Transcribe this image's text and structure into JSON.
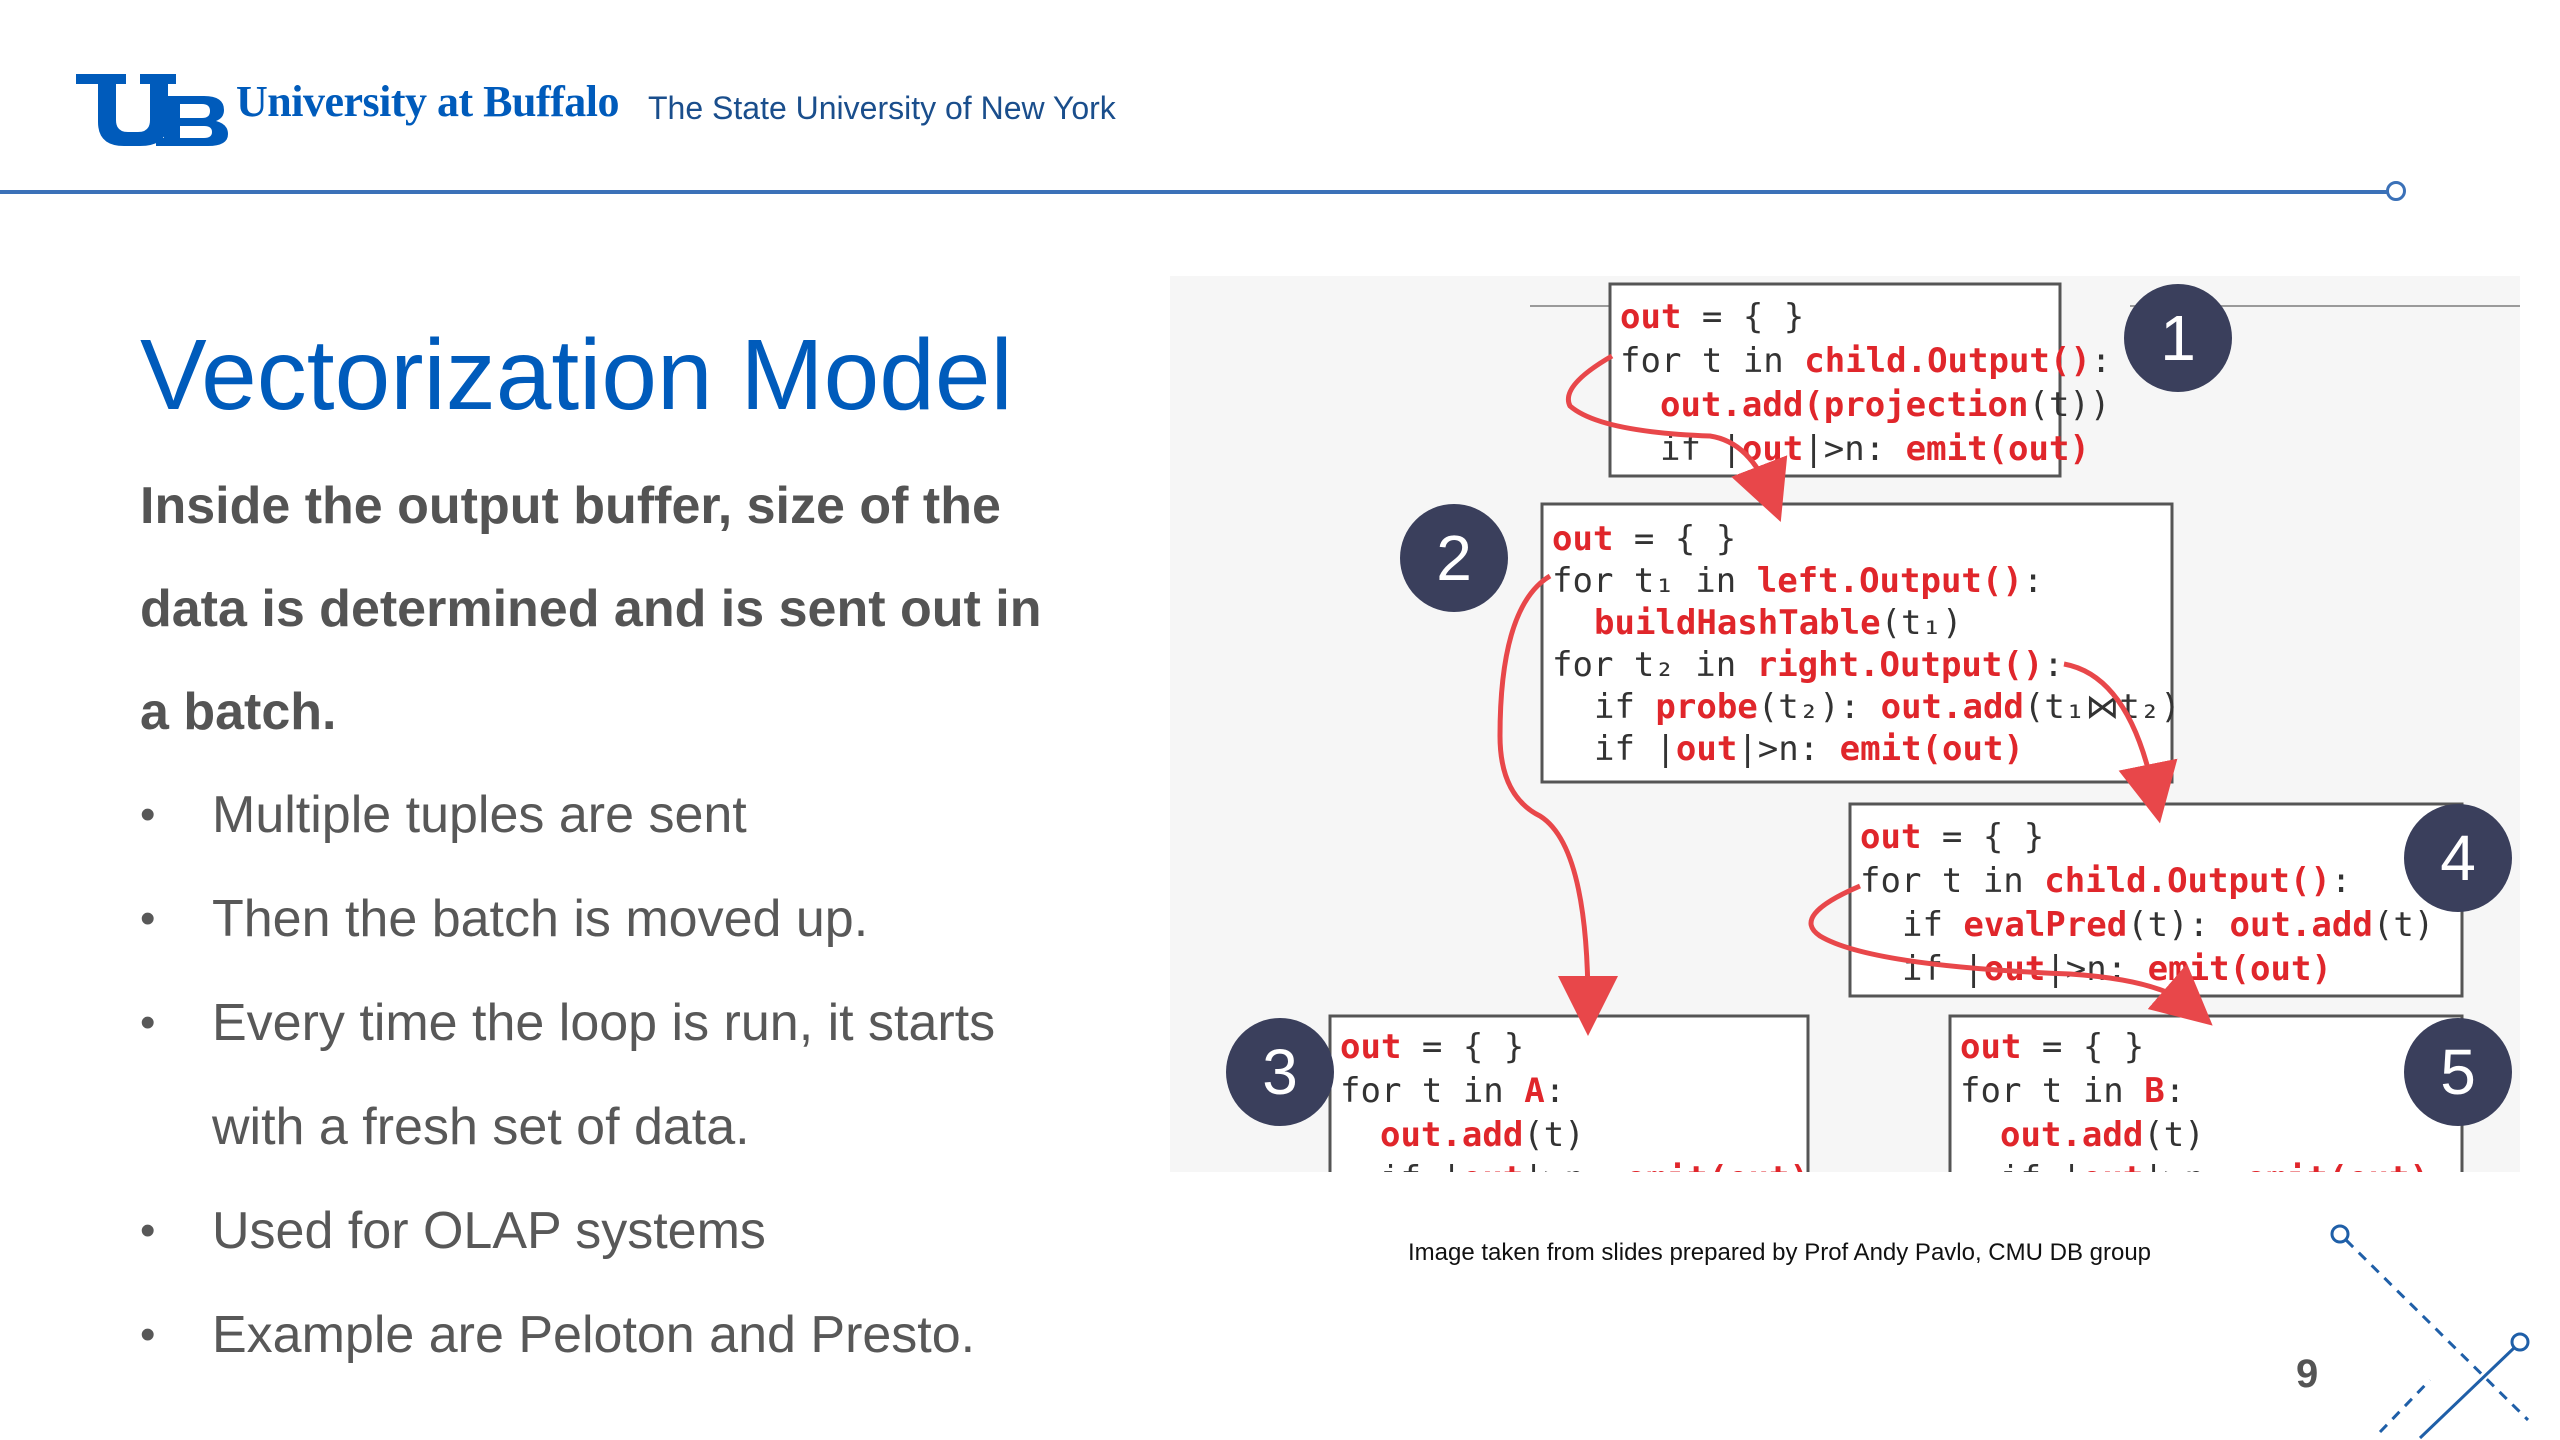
{
  "header": {
    "logo_text": "UB",
    "university": "University at Buffalo",
    "subtitle": "The State University of New York",
    "colors": {
      "brand_blue": "#005bbb",
      "rule": "#3b71b8"
    }
  },
  "slide": {
    "title": "Vectorization Model",
    "lead": "Inside the output buffer,  size of the data is determined and is sent out in a batch.",
    "bullets": [
      "Multiple tuples are sent",
      "Then the batch is moved up.",
      "Every time the loop is run, it starts with a fresh set of data.",
      "Used for OLAP systems",
      "Example are Peloton and Presto."
    ],
    "bullet_glyph": "•",
    "caption": "Image taken from slides prepared by Prof Andy Pavlo, CMU DB group",
    "page_number": "9"
  },
  "diagram": {
    "colors": {
      "code_red": "#e0262b",
      "badge": "#3a3f5c",
      "arrow": "#e8474a"
    },
    "badges": [
      "1",
      "2",
      "3",
      "4",
      "5"
    ],
    "box1": {
      "l1_kw": "out",
      "l1_tx": " = { }",
      "l2_kw1": "for",
      "l2_tx1": " t in ",
      "l2_kw2": "child.Output()",
      "l2_tx2": ":",
      "l3_kw": "out.add(projection",
      "l3_tx": "(t))",
      "l4_tx1": "if |",
      "l4_kw1": "out",
      "l4_tx2": "|>n: ",
      "l4_kw2": "emit(out)"
    },
    "box2": {
      "l1_kw": "out",
      "l1_tx": " = { }",
      "l2_kw1": "for",
      "l2_tx1": " t₁ in ",
      "l2_kw2": "left.Output()",
      "l2_tx2": ":",
      "l3_kw": "buildHashTable",
      "l3_tx": "(t₁)",
      "l4_kw1": "for",
      "l4_tx1": " t₂ in ",
      "l4_kw2": "right.Output()",
      "l4_tx2": ":",
      "l5_tx1": "if ",
      "l5_kw1": "probe",
      "l5_tx2": "(t₂): ",
      "l5_kw2": "out.add",
      "l5_tx3": "(t₁⋈t₂)",
      "l6_tx1": "if |",
      "l6_kw1": "out",
      "l6_tx2": "|>n: ",
      "l6_kw2": "emit(out)"
    },
    "box3": {
      "l1_kw": "out",
      "l1_tx": " = { }",
      "l2_kw1": "for",
      "l2_tx1": " t in ",
      "l2_kw2": "A",
      "l2_tx2": ":",
      "l3_kw": "out.add",
      "l3_tx": "(t)",
      "l4_tx1": "if |",
      "l4_kw1": "out",
      "l4_tx2": "|>n: ",
      "l4_kw2": "emit(out)"
    },
    "box4": {
      "l1_kw": "out",
      "l1_tx": " = { }",
      "l2_kw1": "for",
      "l2_tx1": " t in ",
      "l2_kw2": "child.Output()",
      "l2_tx2": ":",
      "l3_tx1": "if ",
      "l3_kw1": "evalPred",
      "l3_tx2": "(t): ",
      "l3_kw2": "out.add",
      "l3_tx3": "(t)",
      "l4_tx1": "if |",
      "l4_kw1": "out",
      "l4_tx2": "|>n: ",
      "l4_kw2": "emit(out)"
    },
    "box5": {
      "l1_kw": "out",
      "l1_tx": " = { }",
      "l2_kw1": "for",
      "l2_tx1": " t in ",
      "l2_kw2": "B",
      "l2_tx2": ":",
      "l3_kw": "out.add",
      "l3_tx": "(t)",
      "l4_tx1": "if |",
      "l4_kw1": "out",
      "l4_tx2": "|>n: ",
      "l4_kw2": "emit(out)"
    }
  }
}
